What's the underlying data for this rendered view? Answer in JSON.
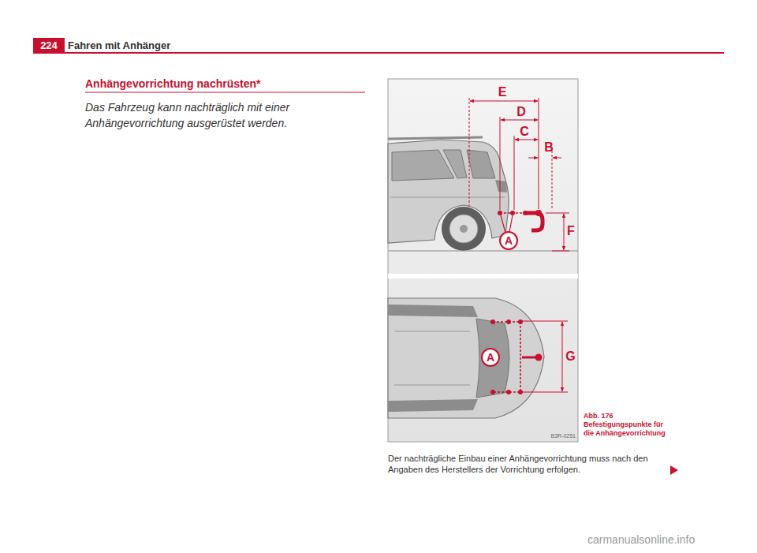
{
  "diagram": {
    "title": "Anhängevorrichtung nachrüsten*",
    "caption": "Abb. 176 Befestigungspunkte für die Anhängevorrichtung",
    "nodes": [
      {
        "text": [
          "A"
        ]
      },
      {
        "text": [
          "A"
        ]
      }
    ],
    "edges": [],
    "labels": [
      "224",
      "Fahren mit Anhänger",
      "Das Fahrzeug kann nachträglich mit einer Anhängevorrichtung ausgerüstet werden.",
      "E",
      "D",
      "C",
      "B",
      "F",
      "G",
      "B3R-0251",
      "Der nachträgliche Einbau einer Anhängevorrichtung muss nach den Angaben des Herstellers der Vorrichtung erfolgen.",
      "carmanualsonline.info"
    ]
  }
}
